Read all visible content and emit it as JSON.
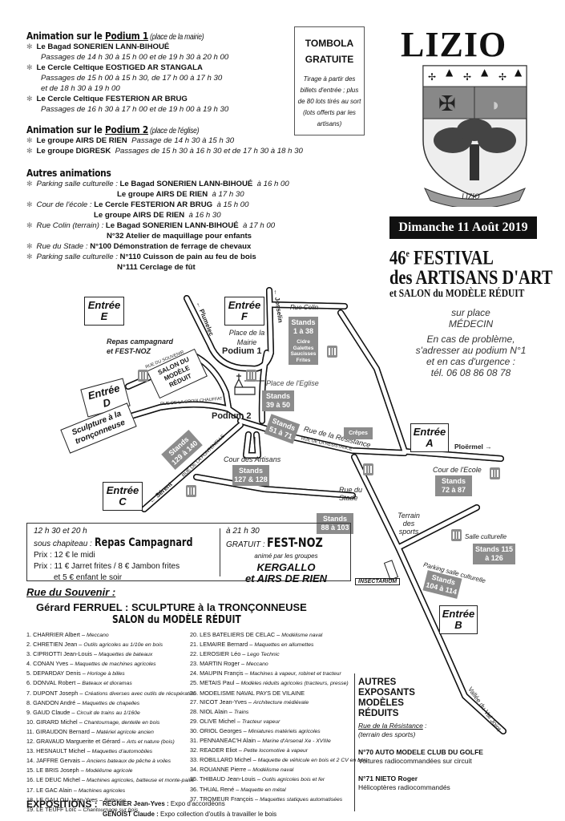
{
  "podium1": {
    "title_a": "Animation sur le ",
    "title_u": "Podium 1",
    "title_i": " (place de la mairie)",
    "items": [
      {
        "name": "Le Bagad SONERIEN LANN-BIHOUÉ",
        "times": [
          "Passages de 14 h 30 à 15 h 00 et de 19 h 30 à 20 h 00"
        ]
      },
      {
        "name": "Le Cercle Celtique EOSTIGED AR STANGALA",
        "times": [
          "Passages de 15 h 00 à 15 h 30, de 17 h 00 à 17 h 30",
          "et de 18 h 30 à 19 h 00"
        ]
      },
      {
        "name": "Le Cercle Celtique FESTERION AR BRUG",
        "times": [
          "Passages de 16 h 30 à 17 h 00 et de 19 h 00 à 19 h 30"
        ]
      }
    ]
  },
  "podium2": {
    "title_a": "Animation sur le ",
    "title_u": "Podium 2",
    "title_i": " (place de l'église)",
    "items": [
      {
        "name": "Le groupe AIRS DE RIEN",
        "time": "Passage de 14 h 30 à 15 h 30"
      },
      {
        "name": "Le groupe DIGRESK",
        "time": "Passages de 15 h 30 à 16 h 30 et de 17 h 30 à 18 h 30"
      }
    ]
  },
  "autres": {
    "title": "Autres animations",
    "items": [
      {
        "place": "Parking salle culturelle : ",
        "name": "Le Bagad SONERIEN LANN-BIHOUÉ",
        "time": "à 16 h 00"
      },
      {
        "name": "Le groupe AIRS DE RIEN",
        "time": "à 17 h 30"
      },
      {
        "place": "Cour de l'école : ",
        "name": "Le Cercle FESTERION AR BRUG",
        "time": "à 15 h 00"
      },
      {
        "name": "Le groupe AIRS DE RIEN",
        "time": "à 16 h 30"
      },
      {
        "place": "Rue Colin (terrain) : ",
        "name": "Le Bagad SONERIEN LANN-BIHOUÉ",
        "time": "à 17 h 00"
      },
      {
        "name": "N°32 Atelier de maquillage pour enfants"
      },
      {
        "place": "Rue du Stade : ",
        "name": "N°100 Démonstration de ferrage de chevaux"
      },
      {
        "place": "Parking salle culturelle : ",
        "name": "N°110 Cuisson de pain au feu de bois"
      },
      {
        "name": "N°111 Cerclage de fût"
      }
    ]
  },
  "tombola": {
    "title1": "TOMBOLA",
    "title2": "GRATUITE",
    "desc": "Tirage à partir des billets d'entrée ; plus de 80 lots tirés au sort (lots offerts par les artisans)"
  },
  "town": "LIZIO",
  "crest_banner": "LIZIO",
  "date": "Dimanche 11 Août 2019",
  "festival": {
    "num": "46",
    "sup": "e",
    "l1": " FESTIVAL",
    "l2": "des ARTISANS D'ART",
    "l3": "et SALON du MODÈLE RÉDUIT"
  },
  "medecin": {
    "l1": "sur place",
    "l2": "MÉDECIN",
    "l3": "En cas de problème,",
    "l4": "s'adresser au podium N°1",
    "l5": "et en cas d'urgence :",
    "l6": "tél. 06 08 86 08 78"
  },
  "map": {
    "entries": {
      "E": "Entrée",
      "E2": "E",
      "F2": "F",
      "D2": "D",
      "C2": "C",
      "A2": "A",
      "B2": "B"
    },
    "sculpture": "Sculpture à la tronçonneuse",
    "salon": "SALON DU MODÈLE RÉDUIT",
    "repas": "Repas campagnard",
    "festnoz": "et FEST-NOZ",
    "place_mairie": "Place de la Mairie",
    "podium1": "Podium 1",
    "podium2": "Podium 2",
    "place_eglise": "Place de l'Eglise",
    "cour_artisans": "Cour des Artisans",
    "rue_colin": "Rue Colin",
    "rue_souvenir": "RUE DU SOUVENIR",
    "rue_croix": "RUE DE LA CROIX CHAUFFAT",
    "rue_fontenelle": "RUE DE LA FONTENELLE",
    "rue_resistance": "Rue de la Résistance",
    "rue_resistance_caps": "RUE DE LA RÉSISTANCE",
    "rue_stade": "Rue du Stade",
    "terrain": "Terrain des sports",
    "salle": "Salle culturelle",
    "parking": "Parking salle culturelle",
    "cour_ecole": "Cour de l'Ecole",
    "ploermel": "Ploërmel →",
    "plumelec": "← Plumelec",
    "josselin": "← Josselin",
    "serent": "← Sérent",
    "val_joint": "Vallée du Val Joint",
    "insectarium": "INSECTARIUM",
    "crepes": "Crêpes",
    "cidre": "Cidre Galettes Saucisses Frites",
    "stands": {
      "s1": "Stands 1 à 38",
      "s39": "Stands 39 à 50",
      "s51": "Stands 51 à 71",
      "s129": "Stands 129 à 140",
      "s127": "Stands 127 & 128",
      "s72": "Stands 72 à 87",
      "s88": "Stands 88 à 103",
      "s115": "Stands 115 à 126",
      "s104": "Stands 104 à 114"
    }
  },
  "repas": {
    "time": "12 h 30 et 20 h",
    "under": "sous chapiteau : ",
    "title": "Repas Campagnard",
    "p1": "Prix : 12 € le midi",
    "p2": "Prix : 11 € Jarret frites / 8 € Jambon frites",
    "p3": "et 5 € enfant le soir",
    "fn_time": "à 21 h 30",
    "fn_free": "GRATUIT : ",
    "fn_title": "FEST-NOZ",
    "fn_by": "animé par les groupes",
    "fn_g1": "KERGALLO",
    "fn_g2": "et AIRS DE RIEN"
  },
  "souvenir": {
    "title": "Rue du Souvenir :",
    "l1": "Gérard FERRUEL : SCULPTURE à la TRONÇONNEUSE",
    "l2": "SALON du MODÈLE RÉDUIT"
  },
  "exhibitors": [
    [
      "1. CHARRIER Albert",
      "Meccano"
    ],
    [
      "2. CHRETIEN Jean",
      "Outils agricoles au 1/10e en bois"
    ],
    [
      "3. CIPRIOTTI Jean-Louis",
      "Maquettes de bateaux"
    ],
    [
      "4. CONAN Yves",
      "Maquettes de machines agricoles"
    ],
    [
      "5. DEPARDAY Denis",
      "Horloge à billes"
    ],
    [
      "6. DONVAL Robert",
      "Bateaux et dioramas"
    ],
    [
      "7. DUPONT Joseph",
      "Créations diverses avec outils de récupération"
    ],
    [
      "8. GANDON André",
      "Maquettes de chapelles"
    ],
    [
      "9. GAUD Claude",
      "Circuit de trains au 1/160e"
    ],
    [
      "10. GIRARD Michel",
      "Chantournage, dentelle en bois"
    ],
    [
      "11. GIRAUDON Bernard",
      "Matériel agricole ancien"
    ],
    [
      "12. GRAVAUD Marguerite et Gérard",
      "Arts et nature (bois)"
    ],
    [
      "13. HESNAULT Michel",
      "Maquettes d'automobiles"
    ],
    [
      "14. JAFFRE Gervais",
      "Anciens bateaux de pêche à voiles"
    ],
    [
      "15. LE BRIS Joseph",
      "Modélisme agricole"
    ],
    [
      "16. LE DEUC Michel",
      "Machines agricoles, batteuse et monte-paille"
    ],
    [
      "17. LE GAC Alain",
      "Machines agricoles"
    ],
    [
      "18. LE GALLOU Jean-Yves",
      "Batteuse"
    ],
    [
      "19. LE TEUFF Loïc",
      "Chantournage sur bois"
    ],
    [
      "20. LES BATELIERS DE CELAC",
      "Modélisme naval"
    ],
    [
      "21. LEMAIRE Bernard",
      "Maquettes en allumettes"
    ],
    [
      "22. LEROSIER Léo",
      "Lego Technic"
    ],
    [
      "23. MARTIN Roger",
      "Meccano"
    ],
    [
      "24. MAUPIN Françis",
      "Machines à vapeur, robinet et tracteur"
    ],
    [
      "25. METAIS Paul",
      "Modèles réduits agricoles (tracteurs, presse)"
    ],
    [
      "26. MODELISME NAVAL PAYS DE VILAINE",
      ""
    ],
    [
      "27. NICOT Jean-Yves",
      "Architecture médiévale"
    ],
    [
      "28. NIOL Alain",
      "Trains"
    ],
    [
      "29. OLIVE Michel",
      "Tracteur vapeur"
    ],
    [
      "30. ORIOL Georges",
      "Miniatures matériels agricoles"
    ],
    [
      "31. PENNANEAC'H Alain",
      "Marine d'Arsenal Xe - XVIIIe"
    ],
    [
      "32. READER Eliot",
      "Petite locomotive à vapeur"
    ],
    [
      "33. ROBILLARD Michel",
      "Maquette de véhicule en bois et 2 CV en bois"
    ],
    [
      "34. ROUANNE Pierre",
      "Modélisme naval"
    ],
    [
      "35. THIBAUD Jean-Louis",
      "Outils agricoles bois et fer"
    ],
    [
      "36. THUAL René",
      "Maquette en métal"
    ],
    [
      "37. TROMEUR François",
      "Maquettes statiques automatisées"
    ]
  ],
  "expositions": {
    "title": "EXPOSITIONS :",
    "e1_name": "REGNIER Jean-Yves :",
    "e1": " Expo d'accordéons",
    "e2_name": "GENOIST Claude :",
    "e2": " Expo collection d'outils à travailler le bois"
  },
  "autres_exposants": {
    "title1": "AUTRES",
    "title2": "EXPOSANTS",
    "title3": "MODÈLES",
    "title4": "RÉDUITS",
    "loc": "Rue de la Résistance",
    "loc_colon": " :",
    "loc2": "(terrain des sports)",
    "n70": "N°70 AUTO MODELE CLUB DU GOLFE",
    "n70d": "Voitures radiocommandées sur circuit",
    "n71": "N°71 NIETO Roger",
    "n71d": "Hélicoptères radiocommandés"
  }
}
